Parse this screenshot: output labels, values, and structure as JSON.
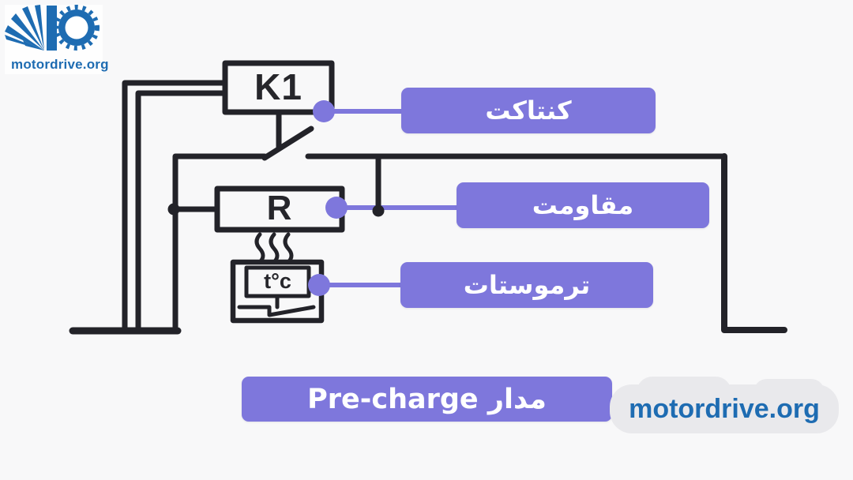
{
  "colors": {
    "background": "#f8f8f9",
    "wire": "#232329",
    "accent_purple": "#7e77dc",
    "brand_blue": "#1e6cb2",
    "watermark_blob": "#e9e9ec"
  },
  "logo": {
    "site": "motordrive.org",
    "icon": "motordrive-rays-gear-logo"
  },
  "circuit": {
    "contactor_designator": "K1",
    "resistor_designator": "R",
    "thermostat_designator": "t°c"
  },
  "callouts": {
    "contactor": "كنتاكت",
    "resistor": "مقاومت",
    "thermostat": "ترموستات"
  },
  "caption": {
    "title": "مدار Pre-charge"
  },
  "watermark": {
    "site": "motordrive.org"
  }
}
